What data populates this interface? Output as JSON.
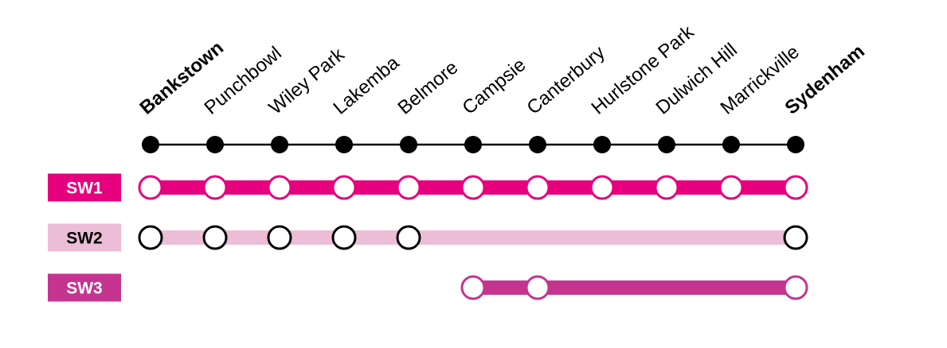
{
  "stations": [
    {
      "name": "Bankstown",
      "terminus": true
    },
    {
      "name": "Punchbowl",
      "terminus": false
    },
    {
      "name": "Wiley Park",
      "terminus": false
    },
    {
      "name": "Lakemba",
      "terminus": false
    },
    {
      "name": "Belmore",
      "terminus": false
    },
    {
      "name": "Campsie",
      "terminus": false
    },
    {
      "name": "Canterbury",
      "terminus": false
    },
    {
      "name": "Hurlstone Park",
      "terminus": false
    },
    {
      "name": "Dulwich Hill",
      "terminus": false
    },
    {
      "name": "Marrickville",
      "terminus": false
    },
    {
      "name": "Sydenham",
      "terminus": true
    }
  ],
  "routes": [
    {
      "name": "SW1",
      "color": "#e6007e",
      "line_color": "#e6007e",
      "marker_stroke": "#e6007e",
      "badge_text_color": "#ffffff",
      "stops": [
        0,
        1,
        2,
        3,
        4,
        5,
        6,
        7,
        8,
        9,
        10
      ]
    },
    {
      "name": "SW2",
      "color": "#ecbdd6",
      "line_color": "#ecbdd6",
      "marker_stroke": "#000000",
      "badge_text_color": "#000000",
      "stops": [
        0,
        1,
        2,
        3,
        4,
        10
      ]
    },
    {
      "name": "SW3",
      "color": "#c5348f",
      "line_color": "#c5348f",
      "marker_stroke": "#c5348f",
      "badge_text_color": "#ffffff",
      "stops": [
        5,
        6,
        10
      ]
    }
  ],
  "colors": {
    "track": "#000000",
    "background": "#ffffff"
  }
}
